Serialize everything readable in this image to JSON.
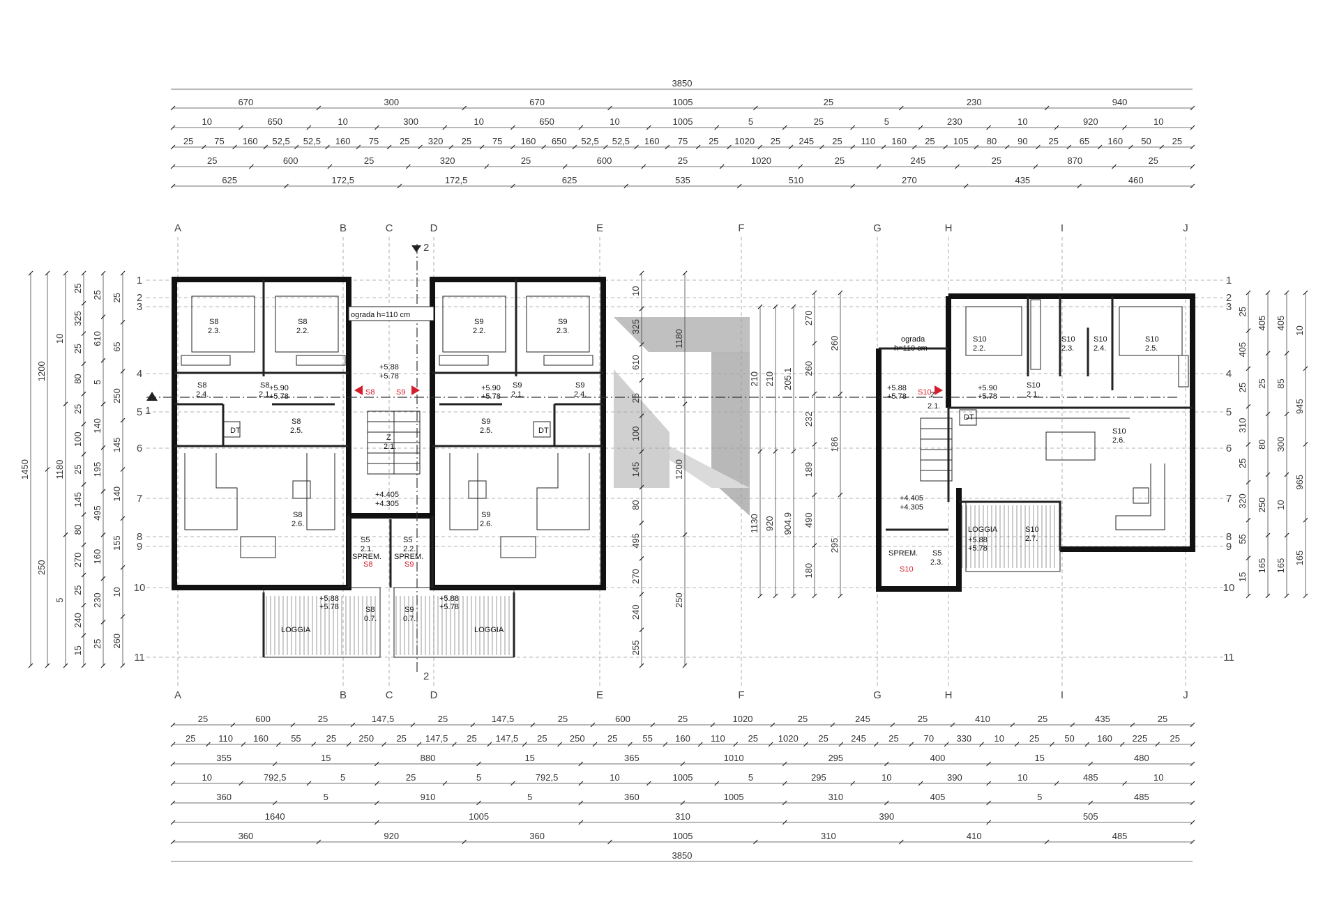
{
  "total_length": "3850",
  "top_dims": [
    [
      "670",
      "300",
      "670",
      "1005",
      "25",
      "230",
      "940"
    ],
    [
      "10",
      "650",
      "10",
      "300",
      "10",
      "650",
      "10",
      "1005",
      "5",
      "25",
      "5",
      "230",
      "10",
      "920",
      "10"
    ],
    [
      "25",
      "75",
      "160",
      "52,5",
      "52,5",
      "160",
      "75",
      "25",
      "320",
      "25",
      "75",
      "160",
      "650",
      "52,5",
      "52,5",
      "160",
      "75",
      "25",
      "1020",
      "25",
      "245",
      "25",
      "110",
      "160",
      "25",
      "105",
      "80",
      "90",
      "25",
      "65",
      "160",
      "50",
      "25"
    ],
    [
      "25",
      "600",
      "25",
      "320",
      "25",
      "600",
      "25",
      "1020",
      "25",
      "245",
      "25",
      "870",
      "25"
    ],
    [
      "625",
      "172,5",
      "172,5",
      "625",
      "535",
      "510",
      "270",
      "435",
      "460"
    ]
  ],
  "bottom_dims": [
    [
      "25",
      "600",
      "25",
      "147,5",
      "25",
      "147,5",
      "25",
      "600",
      "25",
      "1020",
      "25",
      "245",
      "25",
      "410",
      "25",
      "435",
      "25"
    ],
    [
      "25",
      "110",
      "160",
      "55",
      "25",
      "250",
      "25",
      "147,5",
      "25",
      "147,5",
      "25",
      "250",
      "25",
      "55",
      "160",
      "110",
      "25",
      "1020",
      "25",
      "245",
      "25",
      "70",
      "330",
      "10",
      "25",
      "50",
      "160",
      "225",
      "25"
    ],
    [
      "355",
      "15",
      "880",
      "15",
      "365",
      "1010",
      "295",
      "400",
      "15",
      "480"
    ],
    [
      "10",
      "792,5",
      "5",
      "25",
      "5",
      "792,5",
      "10",
      "1005",
      "5",
      "295",
      "10",
      "390",
      "10",
      "485",
      "10"
    ],
    [
      "360",
      "5",
      "910",
      "5",
      "360",
      "1005",
      "310",
      "405",
      "5",
      "485"
    ],
    [
      "1640",
      "1005",
      "310",
      "390",
      "505"
    ],
    [
      "360",
      "920",
      "360",
      "1005",
      "310",
      "410",
      "485"
    ]
  ],
  "axes_columns": [
    "A",
    "B",
    "C",
    "D",
    "E",
    "F",
    "G",
    "H",
    "I",
    "J"
  ],
  "axes_rows": [
    "1",
    "2",
    "3",
    "4",
    "5",
    "6",
    "7",
    "8",
    "9",
    "10",
    "11"
  ],
  "left_dims": {
    "outer": "1450",
    "col2": [
      "1200",
      "250"
    ],
    "col3": [
      "10",
      "1180",
      "5"
    ],
    "col4": [
      "25",
      "325",
      "25",
      "80",
      "25",
      "100",
      "25",
      "145",
      "80",
      "270",
      "25",
      "240",
      "15"
    ],
    "col5": [
      "25",
      "610",
      "5",
      "140",
      "195",
      "495",
      "160",
      "230",
      "25"
    ],
    "col6": [
      "25",
      "65",
      "250",
      "145",
      "140",
      "155",
      "10",
      "260"
    ]
  },
  "mid_dims": {
    "c1": [
      "10",
      "325",
      "610",
      "25",
      "100",
      "145",
      "80",
      "495",
      "270",
      "240",
      "255"
    ],
    "c2": [
      "1180",
      "1200",
      "250"
    ],
    "c3": [
      "210",
      "1130"
    ],
    "c4": [
      "210",
      "920"
    ],
    "c5": [
      "205.1",
      "904.9"
    ],
    "c6": [
      "270",
      "260",
      "232",
      "189",
      "490",
      "180"
    ],
    "c7": [
      "260",
      "186",
      "295"
    ]
  },
  "right_dims": {
    "c1": [
      "25",
      "405",
      "25",
      "310",
      "25",
      "320",
      "55",
      "15"
    ],
    "c2": [
      "405",
      "25",
      "80",
      "250",
      "165"
    ],
    "c3": [
      "405",
      "85",
      "300",
      "10",
      "165"
    ],
    "c4": [
      "10",
      "945",
      "965",
      "165"
    ]
  },
  "unit_s8": {
    "r23": {
      "code": "S8",
      "num": "2.3."
    },
    "r22": {
      "code": "S8",
      "num": "2.2."
    },
    "r24": {
      "code": "S8",
      "num": "2.4."
    },
    "r21": {
      "code": "S8",
      "num": "2.1."
    },
    "r25": {
      "code": "S8",
      "num": "2.5."
    },
    "r26": {
      "code": "S8",
      "num": "2.6."
    },
    "r07": {
      "code": "S8",
      "num": "0.7."
    },
    "dt": "DT"
  },
  "unit_s9": {
    "r22": {
      "code": "S9",
      "num": "2.2."
    },
    "r23": {
      "code": "S9",
      "num": "2.3."
    },
    "r24": {
      "code": "S9",
      "num": "2.4."
    },
    "r21": {
      "code": "S9",
      "num": "2.1."
    },
    "r25": {
      "code": "S9",
      "num": "2.5."
    },
    "r26": {
      "code": "S9",
      "num": "2.6."
    },
    "r07": {
      "code": "S9",
      "num": "0.7."
    },
    "dt": "DT"
  },
  "stair": {
    "z": "Z",
    "z_num": "2.1.",
    "ograda": "ograda h=110 cm",
    "level_top": "+5.88",
    "level_top2": "+5.78",
    "level_low": "+4.405",
    "level_low2": "+4.305",
    "s5_21": "2.1.",
    "s5_22": "2.2.",
    "s5": "S5",
    "sprem": "SPREM.",
    "sprem_s8": "S8",
    "sprem_s9": "S9"
  },
  "levels": {
    "l590": "+5.90",
    "l578": "+5.78",
    "l588": "+5.88"
  },
  "loggia": "LOGGIA",
  "markers": {
    "s8": "S8",
    "s9": "S9",
    "s10": "S10"
  },
  "section_mark": "2",
  "section_mark_h": "1",
  "unit_s10": {
    "ograda": "ograda",
    "ograda_h": "h=110 cm",
    "r22": {
      "code": "S10",
      "num": "2.2."
    },
    "r23": {
      "code": "S10",
      "num": "2.3."
    },
    "r24": {
      "code": "S10",
      "num": "2.4."
    },
    "r25": {
      "code": "S10",
      "num": "2.5."
    },
    "r21": {
      "code": "S10",
      "num": "2.1."
    },
    "r26": {
      "code": "S10",
      "num": "2.6."
    },
    "r27": {
      "code": "S10",
      "num": "2.7."
    },
    "z": "Z",
    "z_num": "2.1.",
    "sprem": "SPREM.",
    "sprem_s10": "S10",
    "s5": "S5",
    "s5_num": "2.3.",
    "dt": "DT"
  },
  "colors": {
    "accent_red": "#d21f2b",
    "walls": "#111111",
    "watermark": "#9e9e9e"
  }
}
